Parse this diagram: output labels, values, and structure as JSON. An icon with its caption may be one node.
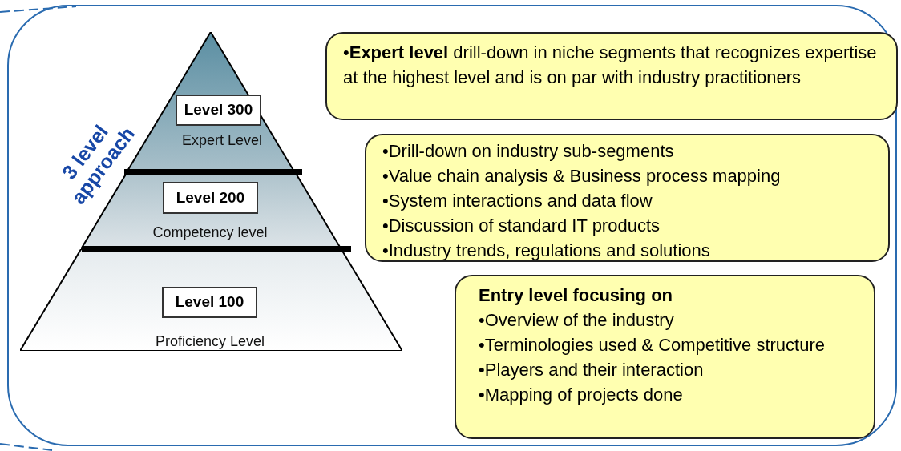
{
  "diagram": {
    "nodes": [
      {
        "text": [
          "Expert Level"
        ]
      },
      {
        "text": [
          "Level 300"
        ],
        "in": 0
      },
      {
        "text": [
          "Competency level"
        ]
      },
      {
        "text": [
          "Level 200"
        ],
        "in": 2
      },
      {
        "text": [
          "Proficiency Level"
        ]
      },
      {
        "text": [
          "Level 100"
        ],
        "in": 4
      },
      {
        "text": [
          "•**Expert level** drill-down in niche segments that recognizes expertise at the highest level and is on par with industry practitioners"
        ]
      },
      {
        "text": [
          "•Drill-down on industry sub-segments",
          "•Value chain analysis & Business process mapping",
          "•System interactions and data flow",
          "•Discussion of standard IT products",
          "•Industry trends, regulations and  solutions"
        ]
      },
      {
        "text": [
          "Entry level focusing on",
          "•Overview of the industry",
          "•Terminologies used & Competitive structure",
          "•Players and their interaction",
          "•Mapping of projects done"
        ]
      }
    ],
    "labels": [
      "3 level approach"
    ]
  }
}
